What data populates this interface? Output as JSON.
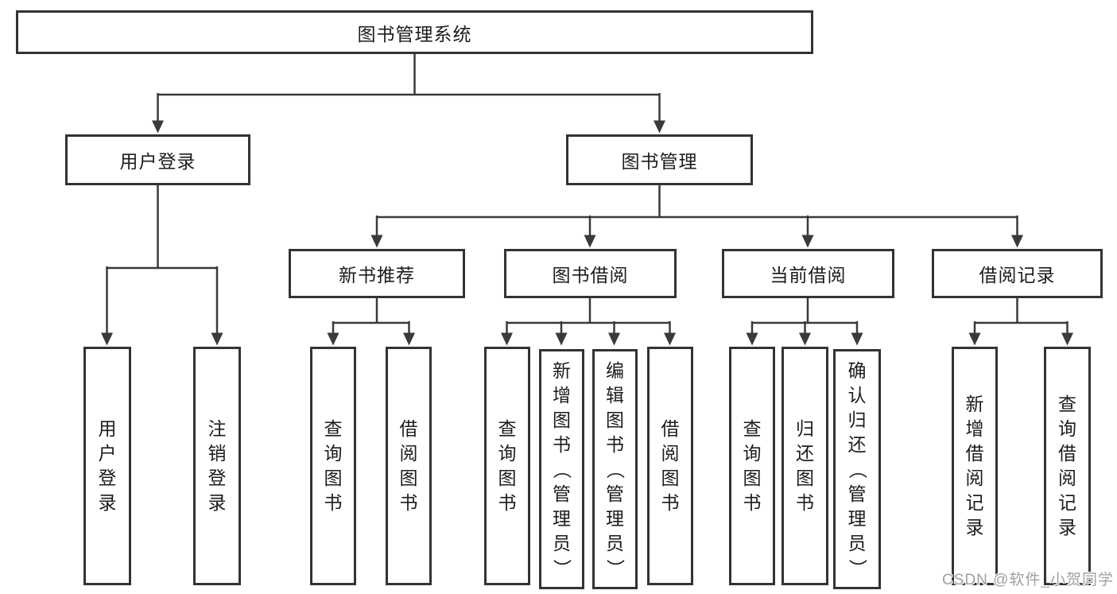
{
  "diagram": {
    "type": "hierarchy-diagram",
    "colors": {
      "background": "#ffffff",
      "line": "#3a3a3a",
      "box_border": "#333333",
      "text": "#1c1c1c",
      "watermark": "#a0a0a0"
    },
    "tree": {
      "root": {
        "label": "图书管理系统",
        "children": [
          {
            "label": "用户登录",
            "children": [
              {
                "label": "用户登录"
              },
              {
                "label": "注销登录"
              }
            ]
          },
          {
            "label": "图书管理",
            "children": [
              {
                "label": "新书推荐",
                "children": [
                  {
                    "label": "查询图书"
                  },
                  {
                    "label": "借阅图书"
                  }
                ]
              },
              {
                "label": "图书借阅",
                "children": [
                  {
                    "label": "查询图书"
                  },
                  {
                    "label": "新增图书（管理员）"
                  },
                  {
                    "label": "编辑图书（管理员）"
                  },
                  {
                    "label": "借阅图书"
                  }
                ]
              },
              {
                "label": "当前借阅",
                "children": [
                  {
                    "label": "查询图书"
                  },
                  {
                    "label": "归还图书"
                  },
                  {
                    "label": "确认归还（管理员）"
                  }
                ]
              },
              {
                "label": "借阅记录",
                "children": [
                  {
                    "label": "新增借阅记录"
                  },
                  {
                    "label": "查询借阅记录"
                  }
                ]
              }
            ]
          }
        ]
      }
    },
    "watermark": {
      "text": "CSDN @软件_小贺同学"
    }
  }
}
